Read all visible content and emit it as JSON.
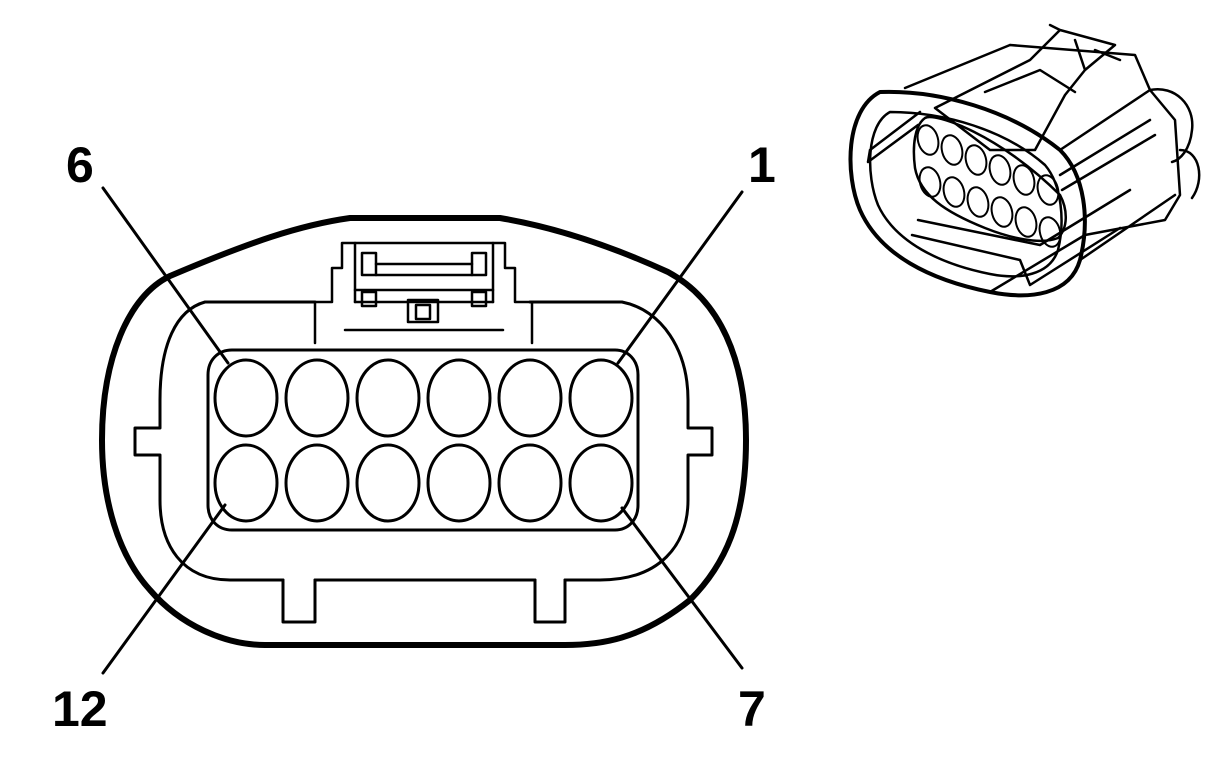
{
  "diagram": {
    "pin_labels": {
      "top_left": "6",
      "top_right": "1",
      "bottom_left": "12",
      "bottom_right": "7"
    },
    "cavity_rows": 2,
    "cavities_per_row": 6,
    "colors": {
      "stroke": "#000000",
      "background": "#ffffff"
    }
  }
}
